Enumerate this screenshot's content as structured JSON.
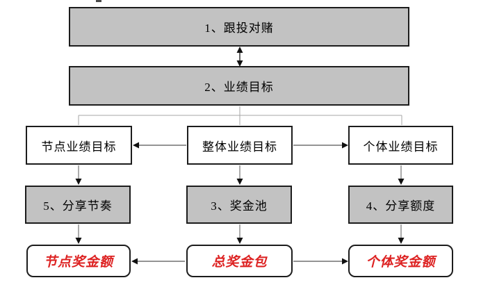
{
  "diagram": {
    "title": "",
    "nodes": {
      "follow_bet": "1、跟投对赌",
      "perf_target": "2、业绩目标",
      "node_perf_target": "节点业绩目标",
      "overall_perf_target": "整体业绩目标",
      "individual_perf_target": "个体业绩目标",
      "share_rhythm": "5、分享节奏",
      "bonus_pool": "3、奖金池",
      "share_quota": "4、分享额度",
      "node_bonus": "节点奖金额",
      "total_bonus": "总奖金包",
      "individual_bonus": "个体奖金额"
    },
    "edges": [
      {
        "from": "follow_bet",
        "to": "perf_target",
        "type": "double-arrow"
      },
      {
        "from": "perf_target",
        "to": "node_perf_target",
        "type": "branch-line"
      },
      {
        "from": "perf_target",
        "to": "overall_perf_target",
        "type": "branch-line"
      },
      {
        "from": "perf_target",
        "to": "individual_perf_target",
        "type": "branch-line"
      },
      {
        "from": "overall_perf_target",
        "to": "node_perf_target",
        "type": "arrow"
      },
      {
        "from": "overall_perf_target",
        "to": "individual_perf_target",
        "type": "arrow"
      },
      {
        "from": "node_perf_target",
        "to": "share_rhythm",
        "type": "arrow"
      },
      {
        "from": "overall_perf_target",
        "to": "bonus_pool",
        "type": "arrow"
      },
      {
        "from": "individual_perf_target",
        "to": "share_quota",
        "type": "arrow"
      },
      {
        "from": "share_rhythm",
        "to": "node_bonus",
        "type": "arrow"
      },
      {
        "from": "bonus_pool",
        "to": "total_bonus",
        "type": "arrow"
      },
      {
        "from": "share_quota",
        "to": "individual_bonus",
        "type": "arrow"
      },
      {
        "from": "total_bonus",
        "to": "node_bonus",
        "type": "arrow"
      },
      {
        "from": "total_bonus",
        "to": "individual_bonus",
        "type": "arrow"
      }
    ],
    "colors": {
      "box_fill_gray": "#c2c2c2",
      "box_fill_white": "#ffffff",
      "box_border": "#1c1c1c",
      "highlight_text_red": "#dd2222",
      "branch_connector": "#a6a6a6",
      "arrow_line": "#555555",
      "arrowhead": "#111111"
    }
  }
}
